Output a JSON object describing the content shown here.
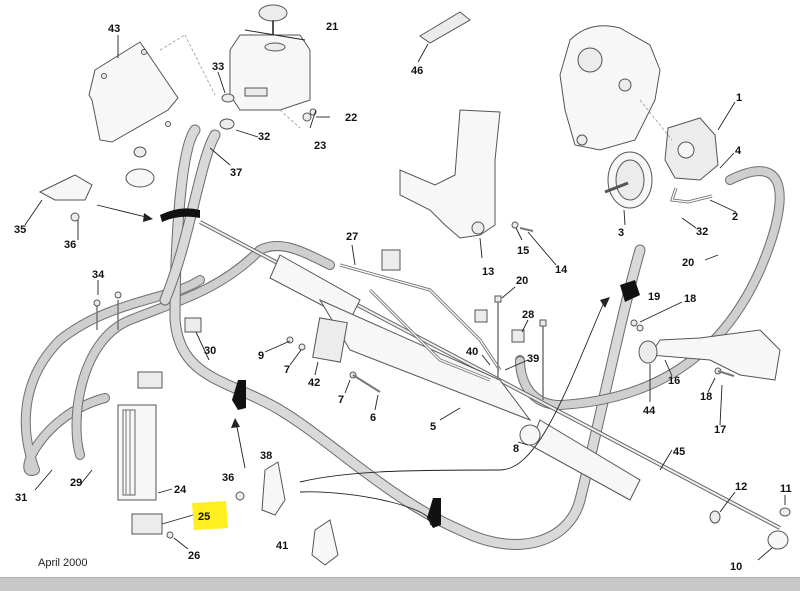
{
  "diagram": {
    "title": "Power steering system exploded parts diagram",
    "date_text": "April 2000",
    "highlight_color": "#ffee20",
    "highlighted_callout": "25",
    "callouts": [
      {
        "id": "c1",
        "text": "1"
      },
      {
        "id": "c2",
        "text": "2"
      },
      {
        "id": "c3",
        "text": "3"
      },
      {
        "id": "c4",
        "text": "4"
      },
      {
        "id": "c5",
        "text": "5"
      },
      {
        "id": "c6",
        "text": "6"
      },
      {
        "id": "c7a",
        "text": "7"
      },
      {
        "id": "c7b",
        "text": "7"
      },
      {
        "id": "c8",
        "text": "8"
      },
      {
        "id": "c9",
        "text": "9"
      },
      {
        "id": "c10",
        "text": "10"
      },
      {
        "id": "c11",
        "text": "11"
      },
      {
        "id": "c12",
        "text": "12"
      },
      {
        "id": "c13",
        "text": "13"
      },
      {
        "id": "c14",
        "text": "14"
      },
      {
        "id": "c15",
        "text": "15"
      },
      {
        "id": "c16",
        "text": "16"
      },
      {
        "id": "c17",
        "text": "17"
      },
      {
        "id": "c18a",
        "text": "18"
      },
      {
        "id": "c18b",
        "text": "18"
      },
      {
        "id": "c19",
        "text": "19"
      },
      {
        "id": "c20a",
        "text": "20"
      },
      {
        "id": "c20b",
        "text": "20"
      },
      {
        "id": "c21",
        "text": "21"
      },
      {
        "id": "c22",
        "text": "22"
      },
      {
        "id": "c23",
        "text": "23"
      },
      {
        "id": "c24",
        "text": "24"
      },
      {
        "id": "c25",
        "text": "25"
      },
      {
        "id": "c26",
        "text": "26"
      },
      {
        "id": "c27",
        "text": "27"
      },
      {
        "id": "c28",
        "text": "28"
      },
      {
        "id": "c29",
        "text": "29"
      },
      {
        "id": "c30",
        "text": "30"
      },
      {
        "id": "c31",
        "text": "31"
      },
      {
        "id": "c32a",
        "text": "32"
      },
      {
        "id": "c32b",
        "text": "32"
      },
      {
        "id": "c33",
        "text": "33"
      },
      {
        "id": "c34",
        "text": "34"
      },
      {
        "id": "c35",
        "text": "35"
      },
      {
        "id": "c36a",
        "text": "36"
      },
      {
        "id": "c36b",
        "text": "36"
      },
      {
        "id": "c37",
        "text": "37"
      },
      {
        "id": "c38",
        "text": "38"
      },
      {
        "id": "c39",
        "text": "39"
      },
      {
        "id": "c40",
        "text": "40"
      },
      {
        "id": "c41",
        "text": "41"
      },
      {
        "id": "c42",
        "text": "42"
      },
      {
        "id": "c43",
        "text": "43"
      },
      {
        "id": "c44",
        "text": "44"
      },
      {
        "id": "c45",
        "text": "45"
      },
      {
        "id": "c46",
        "text": "46"
      }
    ]
  }
}
